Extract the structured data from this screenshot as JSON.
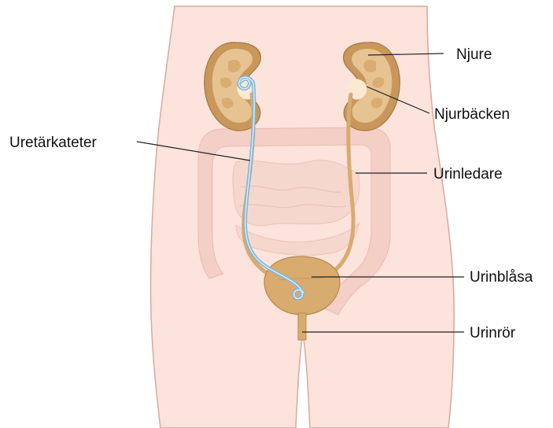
{
  "labels": {
    "njure": "Njure",
    "njurbacken": "Njurbäcken",
    "uretarkateter": "Uretärkateter",
    "urinledare": "Urinledare",
    "urinblasa": "Urinblåsa",
    "urinror": "Urinrör"
  },
  "colors": {
    "skin": "#fce3dc",
    "skin_outline": "#d9a99c",
    "intestine": "#f1c9bf",
    "kidney_outer": "#c9975b",
    "kidney_cortex": "#e6c391",
    "kidney_pelvis": "#fbead2",
    "ureter": "#d8ab6f",
    "bladder": "#d8ab6f",
    "catheter": "#7fb6d9",
    "leader_line": "#222222"
  }
}
